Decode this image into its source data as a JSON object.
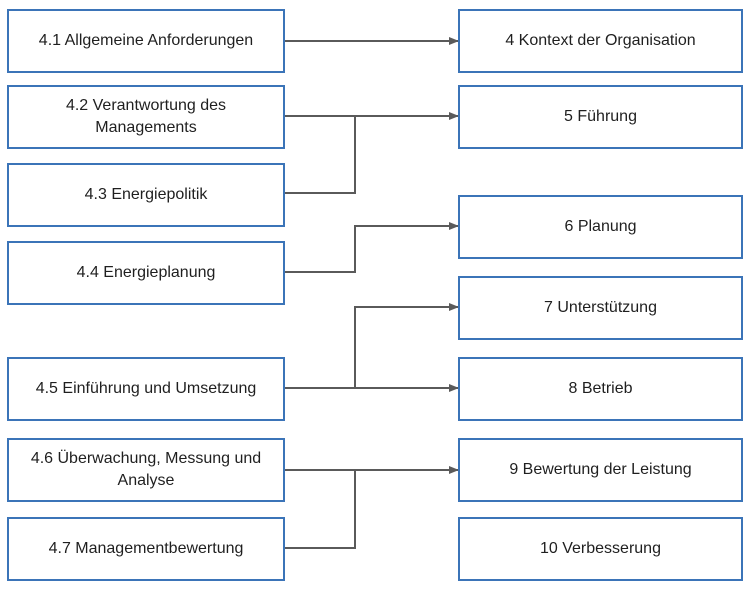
{
  "left": [
    {
      "id": "l1",
      "label": "4.1 Allgemeine Anforderungen"
    },
    {
      "id": "l2",
      "label": "4.2 Verantwortung des Managements"
    },
    {
      "id": "l3",
      "label": "4.3 Energiepolitik"
    },
    {
      "id": "l4",
      "label": "4.4 Energieplanung"
    },
    {
      "id": "l5",
      "label": "4.5 Einführung und Umsetzung"
    },
    {
      "id": "l6",
      "label": "4.6 Überwachung, Messung und Analyse"
    },
    {
      "id": "l7",
      "label": "4.7 Managementbewertung"
    }
  ],
  "right": [
    {
      "id": "r1",
      "label": "4 Kontext der Organisation"
    },
    {
      "id": "r2",
      "label": "5 Führung"
    },
    {
      "id": "r3",
      "label": "6 Planung"
    },
    {
      "id": "r4",
      "label": "7 Unterstützung"
    },
    {
      "id": "r5",
      "label": "8 Betrieb"
    },
    {
      "id": "r6",
      "label": "9 Bewertung der Leistung"
    },
    {
      "id": "r7",
      "label": "10 Verbesserung"
    }
  ],
  "colors": {
    "box_border": "#3b74b8",
    "connector": "#5a5a5a"
  }
}
